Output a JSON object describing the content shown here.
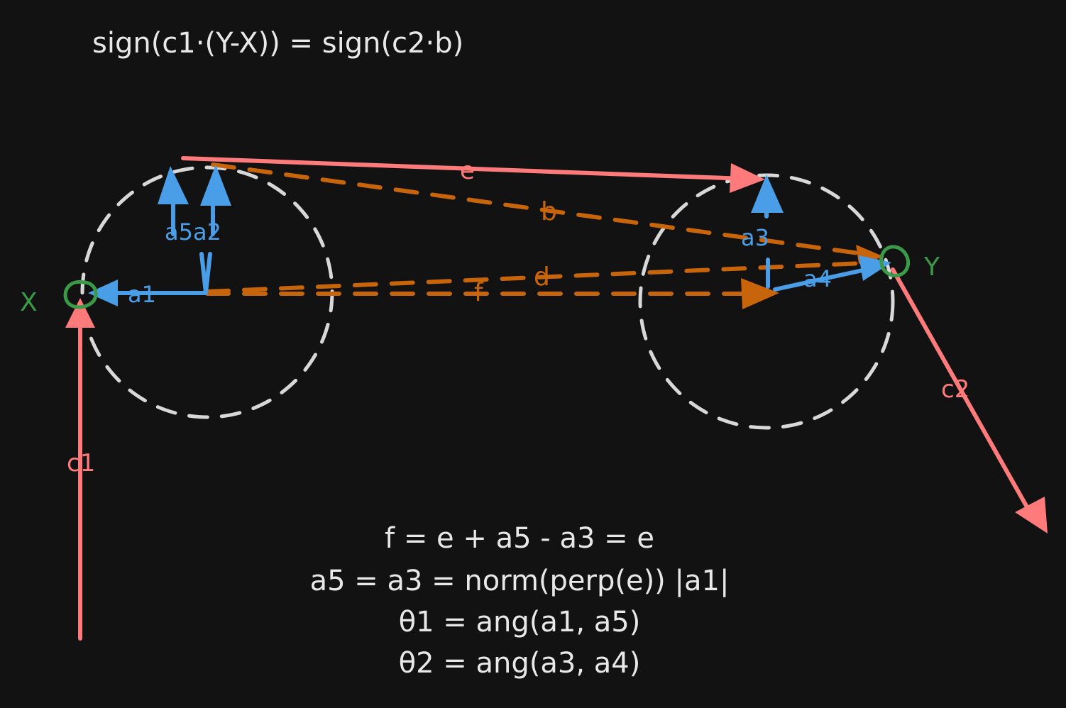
{
  "colors": {
    "background": "#121212",
    "red": "#ff7b7b",
    "blue": "#4a9ee8",
    "orange": "#c8640a",
    "green": "#3a9a48",
    "white": "#e8e8e8",
    "circle": "#d8d8d8"
  },
  "top_equation": "sign(c1·(Y-X)) = sign(c2·b)",
  "labels": {
    "x": "X",
    "y": "Y",
    "c1": "c1",
    "c2": "c2",
    "e": "e",
    "b": "b",
    "d": "d",
    "f": "f",
    "a1": "a1",
    "a5a2": "a5a2",
    "a3": "a3",
    "a4": "a4"
  },
  "bottom_equations": {
    "line1": "f = e + a5 - a3 = e",
    "line2": "a5 = a3 = norm(perp(e)) |a1|",
    "line3": "θ1 = ang(a1, a5)",
    "line4": "θ2 = ang(a3, a4)"
  }
}
